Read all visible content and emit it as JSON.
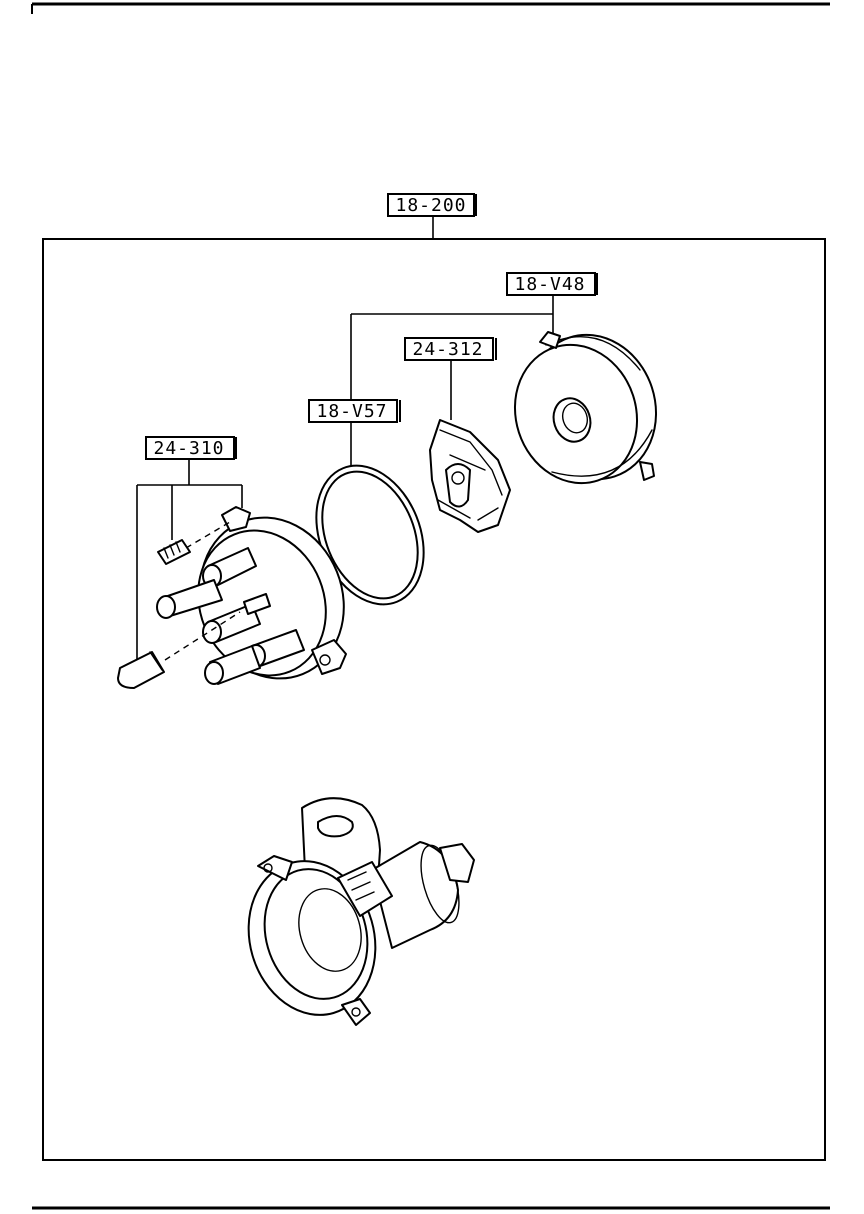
{
  "assembly": {
    "callout": "18-200"
  },
  "parts": [
    {
      "callout": "18-V48"
    },
    {
      "callout": "24-312"
    },
    {
      "callout": "18-V57"
    },
    {
      "callout": "24-310"
    }
  ]
}
